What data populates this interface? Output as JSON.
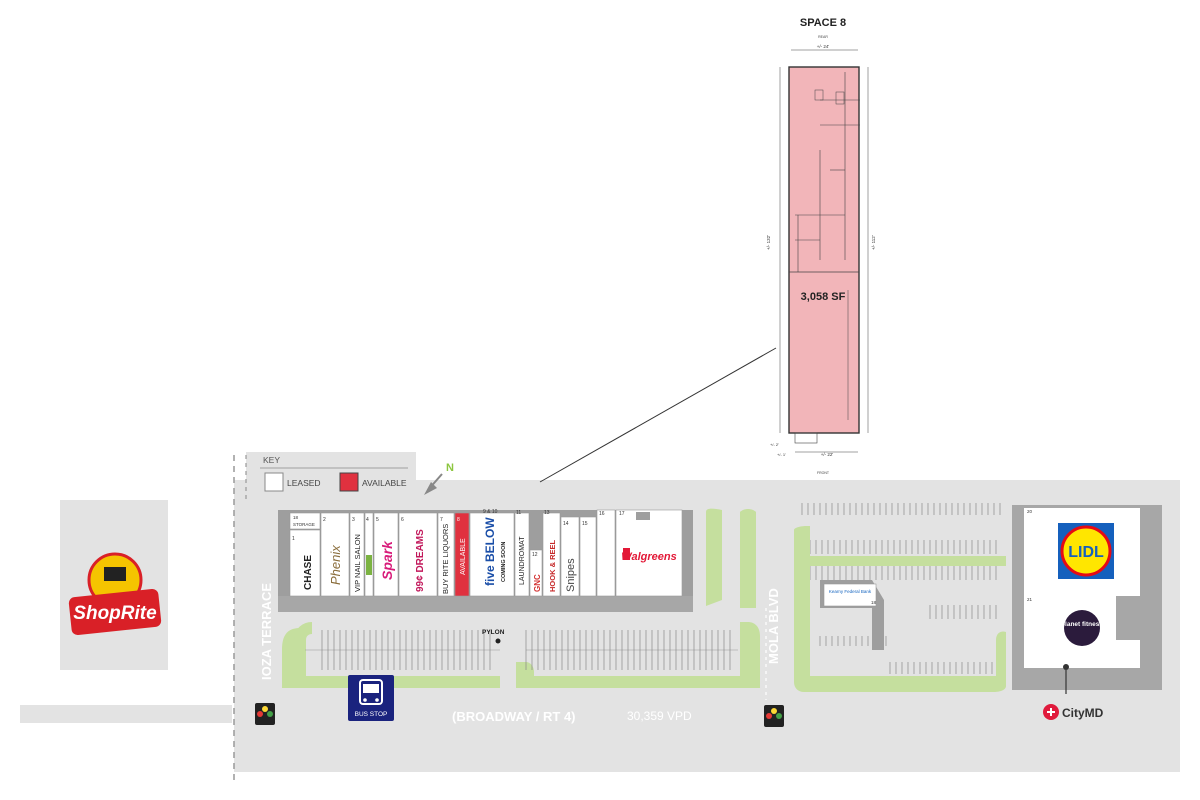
{
  "space_plan": {
    "title": "SPACE 8",
    "rear_label": "REAR",
    "front_label": "FRONT",
    "width_top": "+/- 24'",
    "width_bottom": "+/- 22'",
    "depth_left": "+/- 132'",
    "depth_right": "+/- 112'",
    "small_dim_1": "+/- 2'",
    "small_dim_2": "+/- 1'",
    "area": "3,058 SF"
  },
  "key": {
    "title": "KEY",
    "leased_label": "LEASED",
    "available_label": "AVAILABLE",
    "leased_color": "#ffffff",
    "available_color": "#e0313f"
  },
  "north_label": "N",
  "streets": {
    "west": "IOZA TERRACE",
    "east": "MOLA BLVD",
    "main": "(BROADWAY / RT 4)",
    "traffic": "30,359 VPD"
  },
  "pylon_label": "PYLON",
  "bus_stop_label": "BUS STOP",
  "anchors": {
    "shoprite": "ShopRite",
    "walgreens": "Walgreens",
    "lidl": "LIDL",
    "planet_fitness": "planet fitness",
    "citymd": "CityMD",
    "kearny_bank": "Kearny Federal Bank",
    "kearny_bank_num": "18",
    "lidl_num": "20",
    "pf_num": "21"
  },
  "storage": {
    "num": "18",
    "label": "STORAGE"
  },
  "units": [
    {
      "num": "1",
      "label": "CHASE",
      "status": "leased"
    },
    {
      "num": "2",
      "label": "Phenix",
      "status": "leased"
    },
    {
      "num": "3",
      "label": "VIP NAIL SALON",
      "status": "leased"
    },
    {
      "num": "4",
      "label": "",
      "status": "leased"
    },
    {
      "num": "5",
      "label": "Spark",
      "status": "leased"
    },
    {
      "num": "6",
      "label": "99¢ DREAMS",
      "status": "leased"
    },
    {
      "num": "7",
      "label": "BUY RITE LIQUORS",
      "status": "leased"
    },
    {
      "num": "8",
      "label": "AVAILABLE",
      "status": "available"
    },
    {
      "num": "9 & 10",
      "label": "five BELOW",
      "sub": "COMING SOON",
      "status": "leased"
    },
    {
      "num": "11",
      "label": "LAUNDROMAT",
      "status": "leased"
    },
    {
      "num": "12",
      "label": "GNC",
      "status": "leased"
    },
    {
      "num": "13",
      "label": "HOOK & REEL",
      "status": "leased"
    },
    {
      "num": "14",
      "label": "Snipes",
      "status": "leased"
    },
    {
      "num": "15",
      "label": "",
      "status": "leased"
    },
    {
      "num": "16",
      "label": "",
      "status": "leased"
    },
    {
      "num": "17",
      "label": "",
      "status": "leased"
    }
  ]
}
